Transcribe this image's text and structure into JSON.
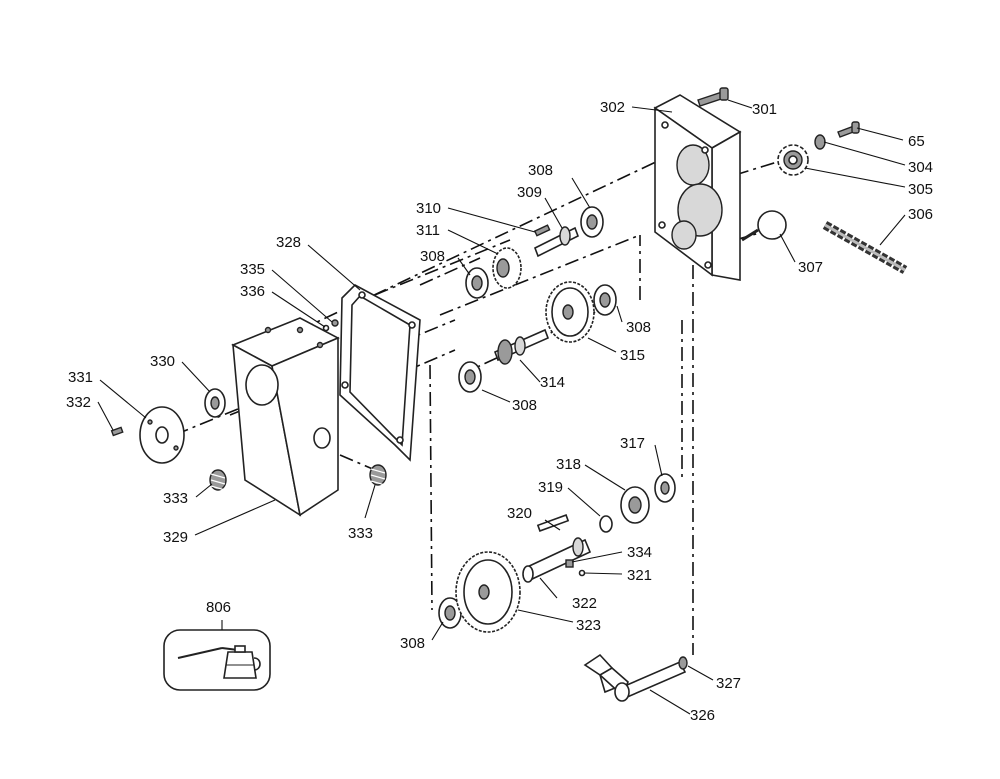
{
  "labels": {
    "p301": "301",
    "p302": "302",
    "p65": "65",
    "p304": "304",
    "p305": "305",
    "p306": "306",
    "p307": "307",
    "p308a": "308",
    "p309": "309",
    "p310": "310",
    "p311": "311",
    "p308b": "308",
    "p328": "328",
    "p335": "335",
    "p336": "336",
    "p308c": "308",
    "p315": "315",
    "p314": "314",
    "p308d": "308",
    "p330": "330",
    "p331": "331",
    "p332": "332",
    "p333a": "333",
    "p329": "329",
    "p333b": "333",
    "p317": "317",
    "p318": "318",
    "p319": "319",
    "p320": "320",
    "p334": "334",
    "p321": "321",
    "p322": "322",
    "p323": "323",
    "p308e": "308",
    "p806": "806",
    "p327": "327",
    "p326": "326"
  }
}
